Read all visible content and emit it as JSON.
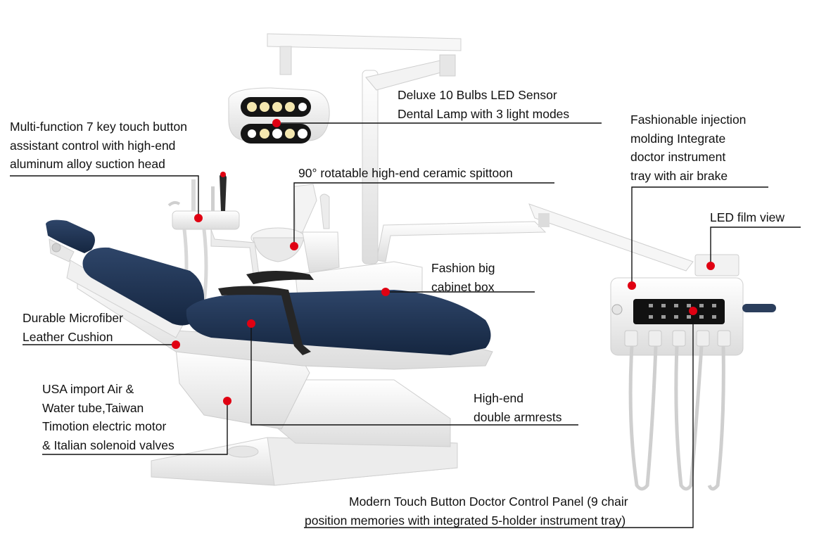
{
  "annotations": [
    {
      "id": "lamp",
      "lines": [
        "Deluxe 10 Bulbs LED Sensor",
        "Dental Lamp with 3 light modes"
      ]
    },
    {
      "id": "assistant-control",
      "lines": [
        "Multi-function 7 key touch button",
        "assistant control with high-end",
        "aluminum alloy suction head"
      ]
    },
    {
      "id": "spittoon",
      "lines": [
        "90° rotatable high-end ceramic spittoon"
      ]
    },
    {
      "id": "injection-molding",
      "lines": [
        "Fashionable injection",
        "molding Integrate",
        "doctor instrument",
        "tray with air brake"
      ]
    },
    {
      "id": "film-view",
      "lines": [
        "LED film view"
      ]
    },
    {
      "id": "cabinet",
      "lines": [
        "Fashion big",
        "cabinet box"
      ]
    },
    {
      "id": "cushion",
      "lines": [
        "Durable Microfiber",
        "Leather Cushion"
      ]
    },
    {
      "id": "air-water-tube",
      "lines": [
        "USA import Air &",
        "Water tube,Taiwan",
        "Timotion electric motor",
        "& Italian solenoid valves"
      ]
    },
    {
      "id": "armrests",
      "lines": [
        "High-end",
        "double armrests"
      ]
    },
    {
      "id": "doctor-panel",
      "lines": [
        "Modern Touch Button Doctor Control Panel (9 chair",
        "position memories with integrated 5-holder instrument tray)"
      ]
    }
  ],
  "colors": {
    "marker": "#e00012",
    "upholstery": "#1f3350",
    "frame": "#f2f2f2",
    "panel": "#111111"
  }
}
